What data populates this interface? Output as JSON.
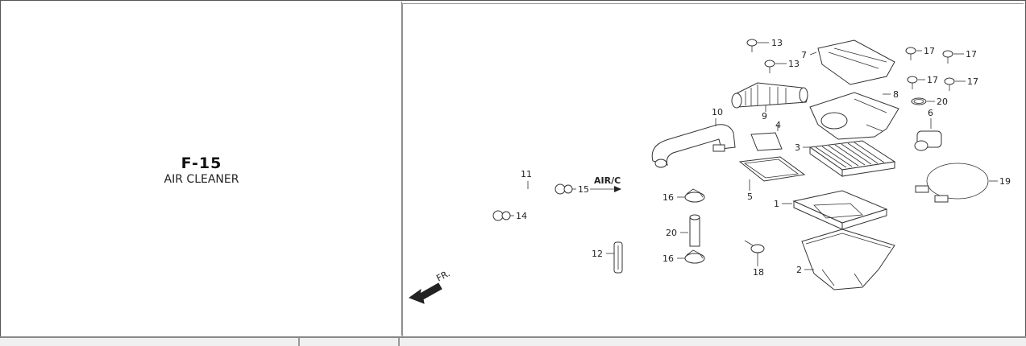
{
  "section": {
    "code": "F-15",
    "name": "AIR CLEANER"
  },
  "diagram": {
    "arrow_label": "FR.",
    "connection_label": "AIR/C",
    "callouts": [
      "1",
      "2",
      "3",
      "4",
      "5",
      "6",
      "7",
      "8",
      "9",
      "10",
      "11",
      "12",
      "13",
      "13",
      "14",
      "15",
      "16",
      "16",
      "17",
      "17",
      "17",
      "17",
      "18",
      "19",
      "20",
      "20"
    ]
  }
}
